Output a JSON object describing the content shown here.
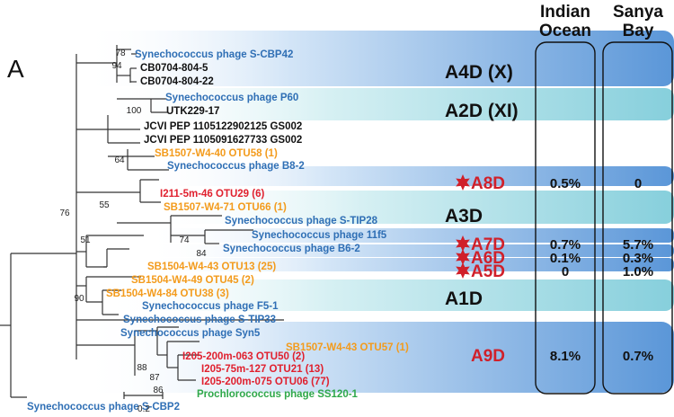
{
  "panel_label": "A",
  "columns": {
    "indian": [
      "Indian",
      "Ocean"
    ],
    "sanya": [
      "Sanya",
      "Bay"
    ]
  },
  "colors": {
    "phage_blue": "#2f6fb5",
    "black": "#111111",
    "orange": "#f39b1c",
    "red": "#e0202e",
    "green": "#2fa84a",
    "clade_text": "#111111",
    "clade_red": "#d0202a",
    "band_blue": "#6fa6de",
    "band_teal": "#8fd5e0"
  },
  "taxa": [
    {
      "label": "Synechococcus phage S-CBP42",
      "color": "phage_blue"
    },
    {
      "label": "CB0704-804-5",
      "color": "black"
    },
    {
      "label": "CB0704-804-22",
      "color": "black"
    },
    {
      "label": "Synechococcus phage P60",
      "color": "phage_blue"
    },
    {
      "label": "UTK229-17",
      "color": "black"
    },
    {
      "label": "JCVI PEP 1105122902125 GS002",
      "color": "black"
    },
    {
      "label": "JCVI PEP 1105091627733 GS002",
      "color": "black"
    },
    {
      "label": "SB1507-W4-40 OTU58 (1)",
      "color": "orange"
    },
    {
      "label": "Synechococcus phage B8-2",
      "color": "phage_blue"
    },
    {
      "label": "I211-5m-46 OTU29 (6)",
      "color": "red"
    },
    {
      "label": "SB1507-W4-71 OTU66 (1)",
      "color": "orange"
    },
    {
      "label": "Synechococcus phage S-TIP28",
      "color": "phage_blue"
    },
    {
      "label": "Synechococcus phage 11f5",
      "color": "phage_blue"
    },
    {
      "label": "Synechococcus phage B6-2",
      "color": "phage_blue"
    },
    {
      "label": "SB1504-W4-43 OTU13 (25)",
      "color": "orange"
    },
    {
      "label": "SB1504-W4-49 OTU45 (2)",
      "color": "orange"
    },
    {
      "label": "SB1504-W4-84 OTU38 (3)",
      "color": "orange"
    },
    {
      "label": "Synechococcus phage F5-1",
      "color": "phage_blue"
    },
    {
      "label": "Synechococcus phage S-TIP33",
      "color": "phage_blue"
    },
    {
      "label": "Synechococcus phage Syn5",
      "color": "phage_blue"
    },
    {
      "label": "SB1507-W4-43 OTU57 (1)",
      "color": "orange"
    },
    {
      "label": "I205-200m-063 OTU50 (2)",
      "color": "red"
    },
    {
      "label": "I205-75m-127 OTU21 (13)",
      "color": "red"
    },
    {
      "label": "I205-200m-075 OTU06 (77)",
      "color": "red"
    },
    {
      "label": "Prochlorococcus phage SS120-1",
      "color": "green"
    },
    {
      "label": "Synechococcus phage S-CBP2",
      "color": "phage_blue"
    }
  ],
  "bootstrap": [
    "78",
    "94",
    "100",
    "64",
    "55",
    "74",
    "84",
    "76",
    "51",
    "90",
    "88",
    "87",
    "86"
  ],
  "clades": [
    {
      "label": "A4D (X)",
      "star": false,
      "indian": "",
      "sanya": ""
    },
    {
      "label": "A2D (XI)",
      "star": false,
      "indian": "",
      "sanya": ""
    },
    {
      "label": "A8D",
      "star": true,
      "indian": "0.5%",
      "sanya": "0"
    },
    {
      "label": "A3D",
      "star": false,
      "indian": "",
      "sanya": ""
    },
    {
      "label": "A7D",
      "star": true,
      "indian": "0.7%",
      "sanya": "5.7%"
    },
    {
      "label": "A6D",
      "star": true,
      "indian": "0.1%",
      "sanya": "0.3%"
    },
    {
      "label": "A5D",
      "star": true,
      "indian": "0",
      "sanya": "1.0%"
    },
    {
      "label": "A1D",
      "star": false,
      "indian": "",
      "sanya": ""
    },
    {
      "label": "A9D",
      "star": false,
      "indian": "8.1%",
      "sanya": "0.7%"
    }
  ],
  "scale_bar": {
    "label": "0.2"
  }
}
